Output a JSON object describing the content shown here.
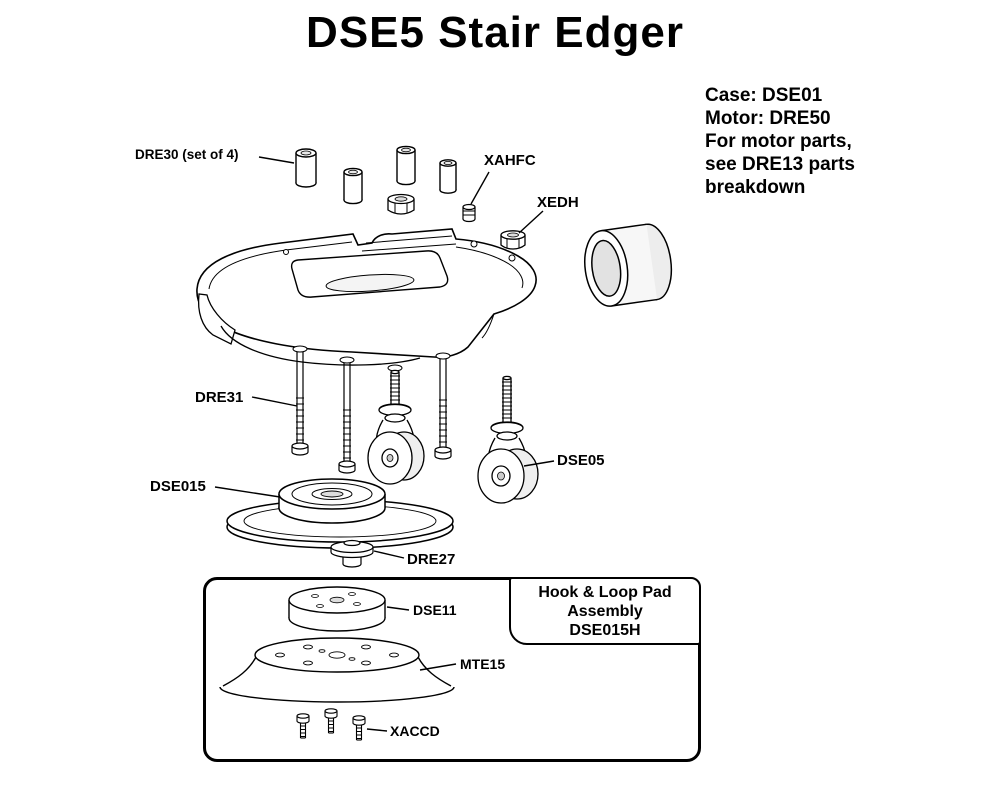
{
  "title": "DSE5 Stair Edger",
  "info_block": {
    "lines": [
      "Case: DSE01",
      "Motor: DRE50",
      "For motor parts,",
      "see DRE13 parts",
      "breakdown"
    ]
  },
  "part_labels": {
    "dre30": "DRE30 (set of 4)",
    "xahfc": "XAHFC",
    "xedh": "XEDH",
    "dre31": "DRE31",
    "dse05": "DSE05",
    "dse015": "DSE015",
    "dre27": "DRE27",
    "dse11": "DSE11",
    "mte15": "MTE15",
    "xaccd": "XACCD"
  },
  "assembly_callout": {
    "lines": [
      "Hook & Loop Pad",
      "Assembly",
      "DSE015H"
    ]
  },
  "colors": {
    "line": "#000000",
    "background": "#ffffff",
    "text": "#000000"
  }
}
